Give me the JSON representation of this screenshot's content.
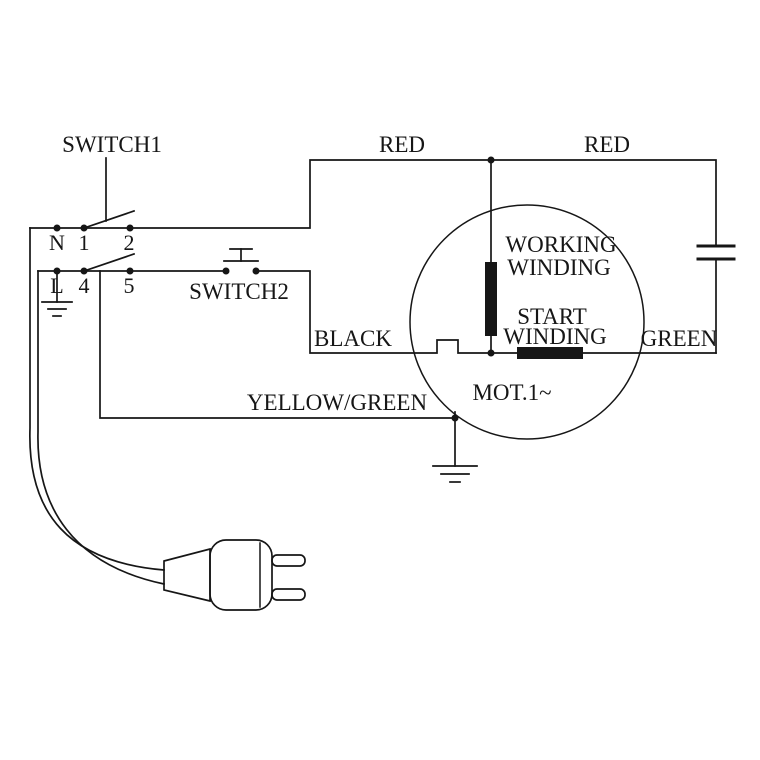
{
  "labels": {
    "switch1": "SWITCH1",
    "switch2": "SWITCH2",
    "red_top_left": "RED",
    "red_top_right": "RED",
    "black": "BLACK",
    "green": "GREEN",
    "yellow_green": "YELLOW/GREEN",
    "working_winding_line1": "WORKING",
    "working_winding_line2": "WINDING",
    "start_winding_line1": "START",
    "start_winding_line2": "WINDING",
    "motor": "MOT.1~"
  },
  "terminals": {
    "n": "N",
    "t1": "1",
    "t2": "2",
    "l": "L",
    "t4": "4",
    "t5": "5"
  },
  "colors": {
    "line": "#161616",
    "background": "#ffffff"
  }
}
